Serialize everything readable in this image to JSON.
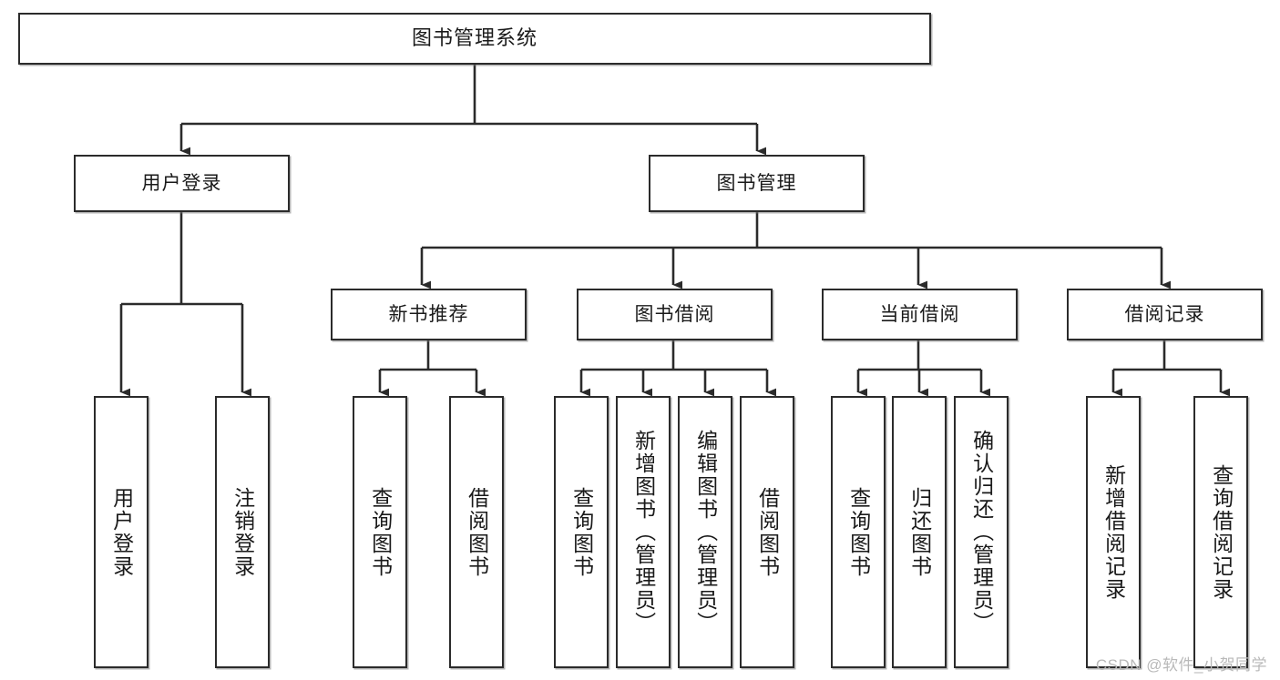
{
  "diagram": {
    "title": "图书管理系统",
    "type": "tree",
    "watermark": "CSDN @软件_小贺同学",
    "colors": {
      "box_border": "#2b2b2b",
      "box_fill": "#ffffff",
      "connector": "#2b2b2b",
      "text": "#1a1a1a",
      "watermark": "#b9b9b9"
    },
    "nodes": {
      "root": {
        "label": "图书管理系统"
      },
      "level2": [
        {
          "id": "user-login",
          "label": "用户登录"
        },
        {
          "id": "book-manage",
          "label": "图书管理"
        }
      ],
      "level3": [
        {
          "id": "new-book-recommend",
          "label": "新书推荐",
          "parent": "book-manage"
        },
        {
          "id": "book-borrow",
          "label": "图书借阅",
          "parent": "book-manage"
        },
        {
          "id": "current-borrow",
          "label": "当前借阅",
          "parent": "book-manage"
        },
        {
          "id": "borrow-record",
          "label": "借阅记录",
          "parent": "book-manage"
        }
      ],
      "leaves": [
        {
          "id": "leaf-user-login",
          "label": "用户登录",
          "parent": "user-login"
        },
        {
          "id": "leaf-logout-login",
          "label": "注销登录",
          "parent": "user-login"
        },
        {
          "id": "leaf-query-book-1",
          "label": "查询图书",
          "parent": "new-book-recommend"
        },
        {
          "id": "leaf-borrow-book-1",
          "label": "借阅图书",
          "parent": "new-book-recommend"
        },
        {
          "id": "leaf-query-book-2",
          "label": "查询图书",
          "parent": "book-borrow"
        },
        {
          "id": "leaf-add-book",
          "label": "新增图书（管理员）",
          "parent": "book-borrow"
        },
        {
          "id": "leaf-edit-book",
          "label": "编辑图书（管理员）",
          "parent": "book-borrow"
        },
        {
          "id": "leaf-borrow-book-2",
          "label": "借阅图书",
          "parent": "book-borrow"
        },
        {
          "id": "leaf-query-book-3",
          "label": "查询图书",
          "parent": "current-borrow"
        },
        {
          "id": "leaf-return-book",
          "label": "归还图书",
          "parent": "current-borrow"
        },
        {
          "id": "leaf-confirm-return",
          "label": "确认归还（管理员）",
          "parent": "current-borrow"
        },
        {
          "id": "leaf-add-record",
          "label": "新增借阅记录",
          "parent": "borrow-record"
        },
        {
          "id": "leaf-query-record",
          "label": "查询借阅记录",
          "parent": "borrow-record"
        }
      ]
    }
  }
}
